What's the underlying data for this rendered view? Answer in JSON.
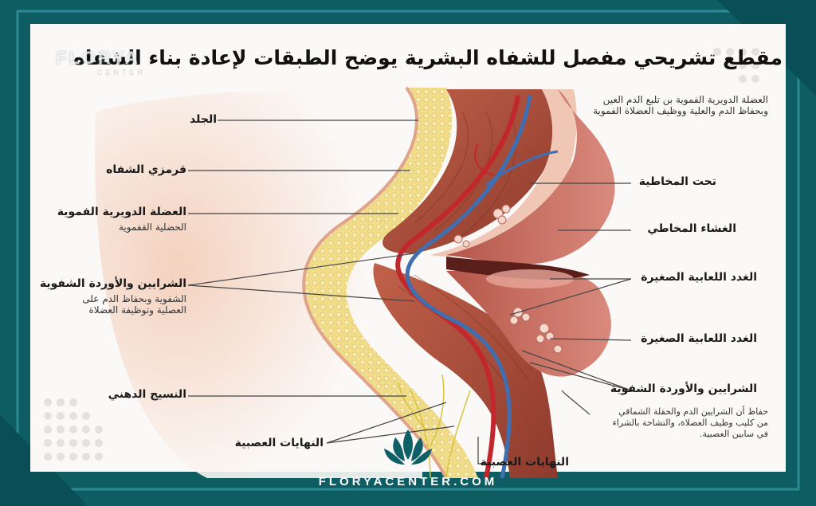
{
  "title": "مقطع تشريحي مفصل للشفاه البشرية يوضح الطبقات لإعادة بناء الشفاه",
  "logo": {
    "brand": "FLORYA",
    "sub": "CENTER"
  },
  "footer": "FLORYACENTER.COM",
  "labels_left": {
    "skin": "الجلد",
    "vermilion": "قرمزي الشفاه",
    "orbicularis": "العضلة الدويرية الفموية",
    "orbicularis_sub": "الحضلية القفموية",
    "arteries": "الشرايين والأوردة الشفوية",
    "arteries_sub1": "الشفوية وبحفاظ الدم على",
    "arteries_sub2": "العصلية وتوظيفة العضلاة",
    "fat": "النسيج الدهني",
    "nerves": "النهايات العصبية"
  },
  "labels_right": {
    "submucosa": "تحت المخاطية",
    "mucosa": "الغشاء المخاطي",
    "glands1": "الغدد اللعابية الصغيرة",
    "glands2": "الغدد اللعابية الصغيرة",
    "arteries": "الشرايين والأوردة الشفوية",
    "nerves": "النهايات العصبية"
  },
  "note_top": "العضلة الدويرية الفموية بن تلبع الدم العين وبحفاظ الدم والعلية ووظيف العضلاة الفموية",
  "note_bottom": "حفاظ أن الشرايين الدم والحقلة الشماقي من كليب وظيف العضلاة، والتشاحة بالشراء في سابين العصبية."
}
